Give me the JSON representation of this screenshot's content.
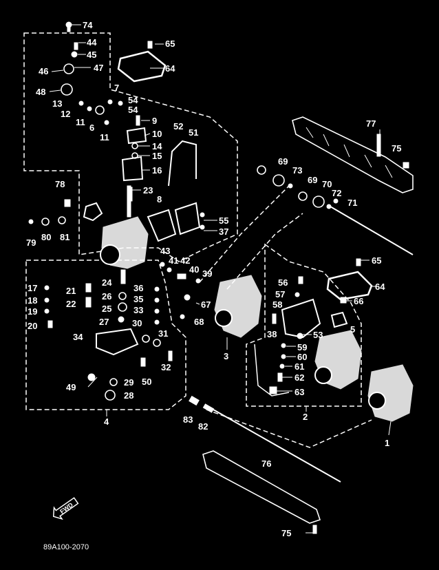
{
  "drawing_code": "89A100-2070",
  "fwd_label": "FWD",
  "callouts": {
    "c1": "1",
    "c2": "2",
    "c3": "3",
    "c4": "4",
    "c5": "5",
    "c6": "6",
    "c7": "7",
    "c8": "8",
    "c9": "9",
    "c10": "10",
    "c11a": "11",
    "c11b": "11",
    "c12": "12",
    "c13": "13",
    "c14": "14",
    "c15": "15",
    "c16": "16",
    "c17": "17",
    "c18": "18",
    "c19": "19",
    "c20": "20",
    "c21": "21",
    "c22": "22",
    "c23": "23",
    "c24": "24",
    "c25": "25",
    "c26": "26",
    "c27": "27",
    "c28": "28",
    "c29": "29",
    "c30": "30",
    "c31": "31",
    "c32": "32",
    "c33": "33",
    "c34": "34",
    "c35": "35",
    "c36": "36",
    "c37": "37",
    "c38": "38",
    "c39": "39",
    "c40": "40",
    "c41": "41",
    "c42": "42",
    "c43": "43",
    "c44": "44",
    "c45": "45",
    "c46": "46",
    "c47": "47",
    "c48": "48",
    "c49": "49",
    "c50": "50",
    "c51": "51",
    "c52": "52",
    "c53": "53",
    "c54a": "54",
    "c54b": "54",
    "c55": "55",
    "c56": "56",
    "c57": "57",
    "c58": "58",
    "c59": "59",
    "c60": "60",
    "c61": "61",
    "c62": "62",
    "c63": "63",
    "c64a": "64",
    "c64b": "64",
    "c65a": "65",
    "c65b": "65",
    "c66": "66",
    "c67": "67",
    "c68": "68",
    "c69a": "69",
    "c69b": "69",
    "c70": "70",
    "c71": "71",
    "c72": "72",
    "c73": "73",
    "c74": "74",
    "c75a": "75",
    "c75b": "75",
    "c76": "76",
    "c77": "77",
    "c78": "78",
    "c79": "79",
    "c80": "80",
    "c81": "81",
    "c82": "82",
    "c83": "83"
  }
}
